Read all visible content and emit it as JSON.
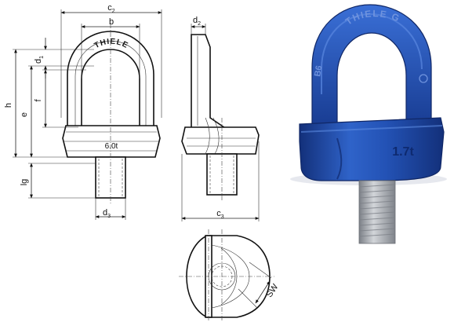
{
  "dimensions": {
    "c2": {
      "main": "c",
      "sub": "2"
    },
    "b": {
      "main": "b",
      "sub": ""
    },
    "d2": {
      "main": "d",
      "sub": "2"
    },
    "d1": {
      "main": "d",
      "sub": "1"
    },
    "h": {
      "main": "h",
      "sub": ""
    },
    "e": {
      "main": "e",
      "sub": ""
    },
    "f": {
      "main": "f",
      "sub": ""
    },
    "lg": {
      "main": "lg",
      "sub": ""
    },
    "d3": {
      "main": "d",
      "sub": "3"
    },
    "c3": {
      "main": "c",
      "sub": "3"
    },
    "sw": {
      "main": "SW",
      "sub": ""
    }
  },
  "drawing_marks": {
    "brand": "THIELE",
    "load_front": "6.0t"
  },
  "photo_marks": {
    "brand": "THIELE",
    "suffix": "G",
    "grade": "B6",
    "load": "1.7t"
  },
  "colors": {
    "eyebolt_blue": "#2352b5",
    "eyebolt_dark": "#13307a",
    "thread_steel": "#a9adb3"
  }
}
